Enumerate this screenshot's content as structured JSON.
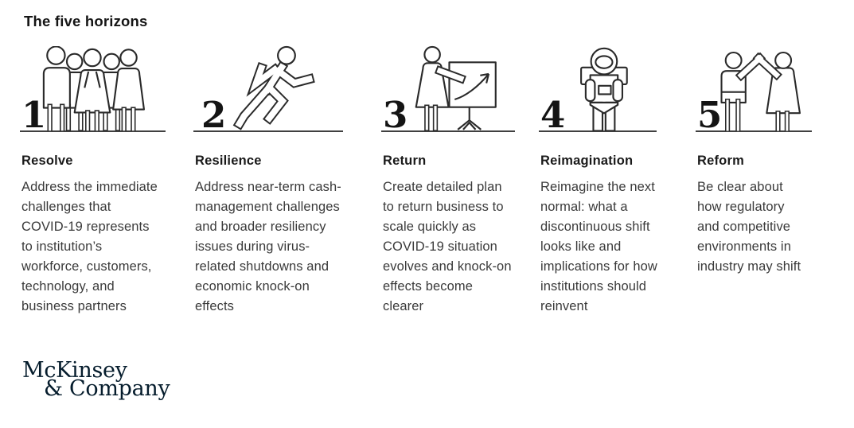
{
  "page": {
    "title": "The five horizons"
  },
  "horizons": [
    {
      "number": "1",
      "icon": "crowd-of-people",
      "heading": "Resolve",
      "body": "Address the immediate challenges that COVID-19 represents to institution’s workforce, customers, technology, and business partners"
    },
    {
      "number": "2",
      "icon": "running-person",
      "heading": "Resilience",
      "body": "Address near-term cash-management challenges and broader resiliency issues during virus-related shutdowns and economic knock-on effects"
    },
    {
      "number": "3",
      "icon": "presenter-with-growth-chart",
      "heading": "Return",
      "body": "Create detailed plan to return business to scale quickly as COVID-19 situation evolves and knock-on effects become clearer"
    },
    {
      "number": "4",
      "icon": "astronaut",
      "heading": "Reimagination",
      "body": "Reimagine the next normal: what a discontinuous shift looks like and implications for how institutions should reinvent"
    },
    {
      "number": "5",
      "icon": "two-people-high-five",
      "heading": "Reform",
      "body": "Be clear about how regulatory and competitive environments in industry may shift"
    }
  ],
  "logo": {
    "line1": "McKinsey",
    "line2": "& Company",
    "color": "#051c2c"
  },
  "colors": {
    "background": "#ffffff",
    "text_primary": "#1a1a1a",
    "text_body": "#3a3a3a",
    "rule": "#404040",
    "icon_stroke": "#2a2a2a",
    "logo_navy": "#051c2c"
  }
}
